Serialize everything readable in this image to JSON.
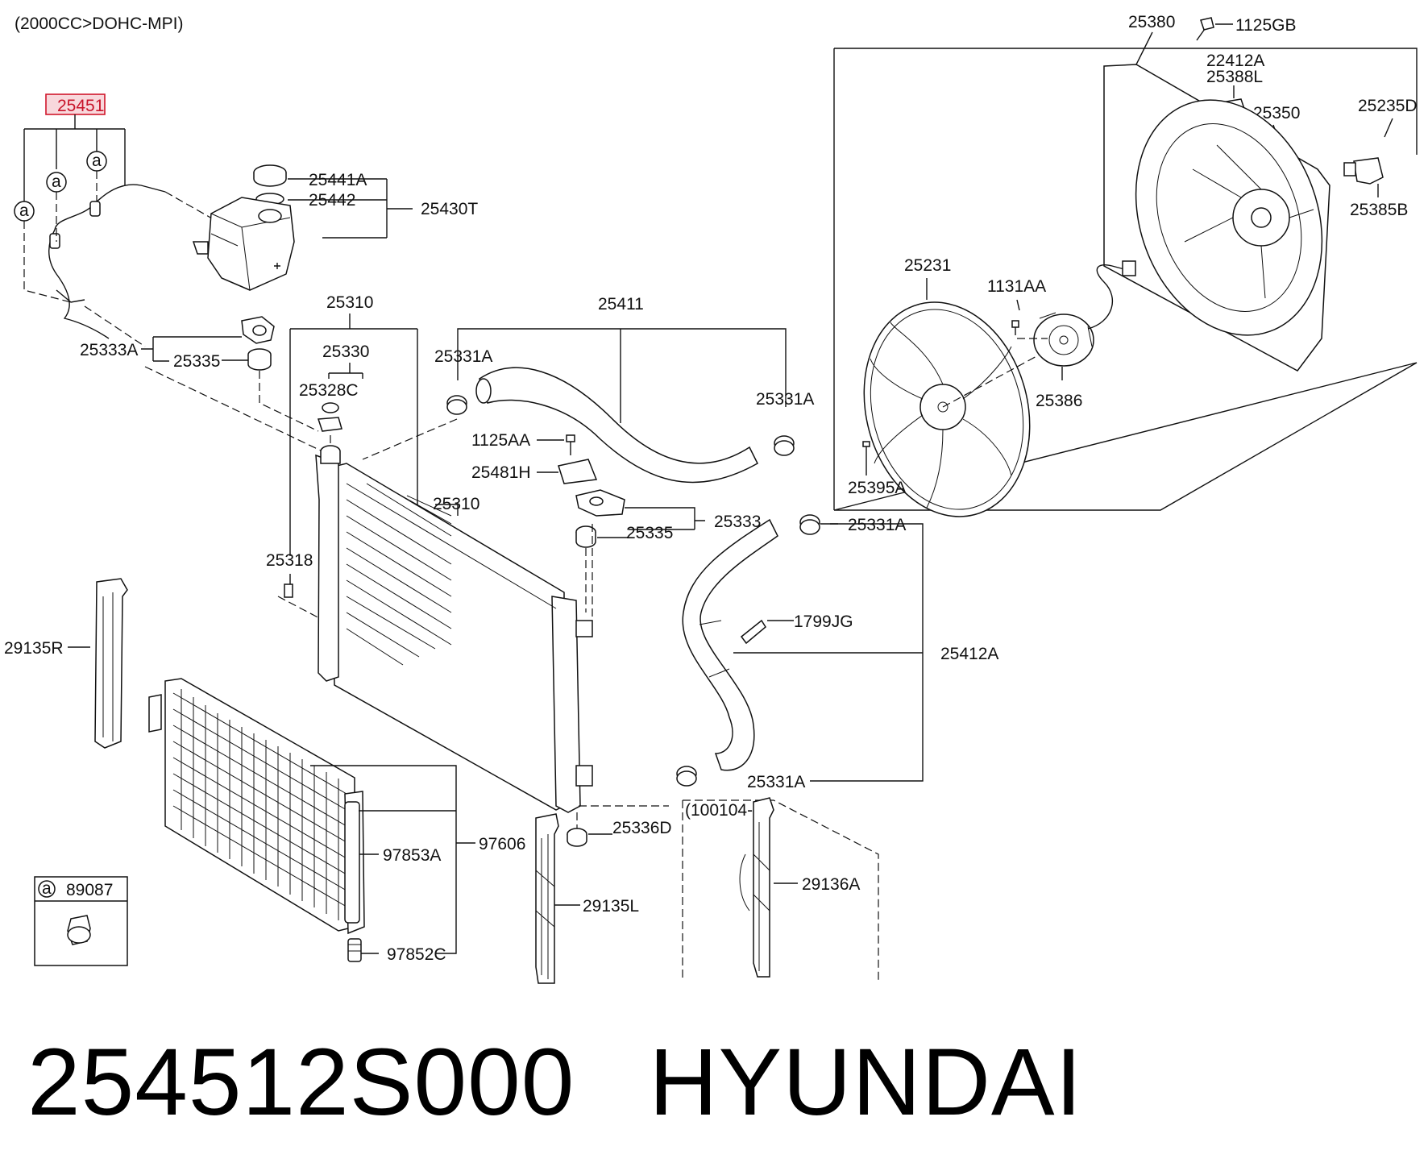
{
  "header": {
    "engine_note": "(2000CC>DOHC-MPI)"
  },
  "highlighted_part": "25451",
  "labels": {
    "p25380": "25380",
    "p1125GB": "1125GB",
    "p22412A": "22412A",
    "p25388L": "25388L",
    "p25350": "25350",
    "p25235D": "25235D",
    "p25385B": "25385B",
    "p25231": "25231",
    "p1131AA": "1131AA",
    "p25386": "25386",
    "p25395A": "25395A",
    "p25441A": "25441A",
    "p25442": "25442",
    "p25430T": "25430T",
    "p25310_top": "25310",
    "p25330": "25330",
    "p25328C": "25328C",
    "p25333A": "25333A",
    "p25335_left": "25335",
    "p25411": "25411",
    "p25331A_1": "25331A",
    "p25331A_2": "25331A",
    "p25331A_3": "25331A",
    "p25331A_4": "25331A",
    "p1125AA": "1125AA",
    "p25481H": "25481H",
    "p25310_mid": "25310",
    "p25333": "25333",
    "p25335_right": "25335",
    "p25318": "25318",
    "p1799JG": "1799JG",
    "p25412A": "25412A",
    "p29135R": "29135R",
    "p25336D": "25336D",
    "p97606": "97606",
    "p97853A": "97853A",
    "p97852C": "97852C",
    "p29135L": "29135L",
    "p29136A": "29136A",
    "p100104": "(100104-)",
    "p89087": "89087"
  },
  "callout_symbol": "a",
  "caption": {
    "part_number": "254512S000",
    "brand": "HYUNDAI"
  },
  "colors": {
    "highlight_fill": "#f8d8dc",
    "highlight_stroke": "#d1172b",
    "ink": "#111111"
  }
}
